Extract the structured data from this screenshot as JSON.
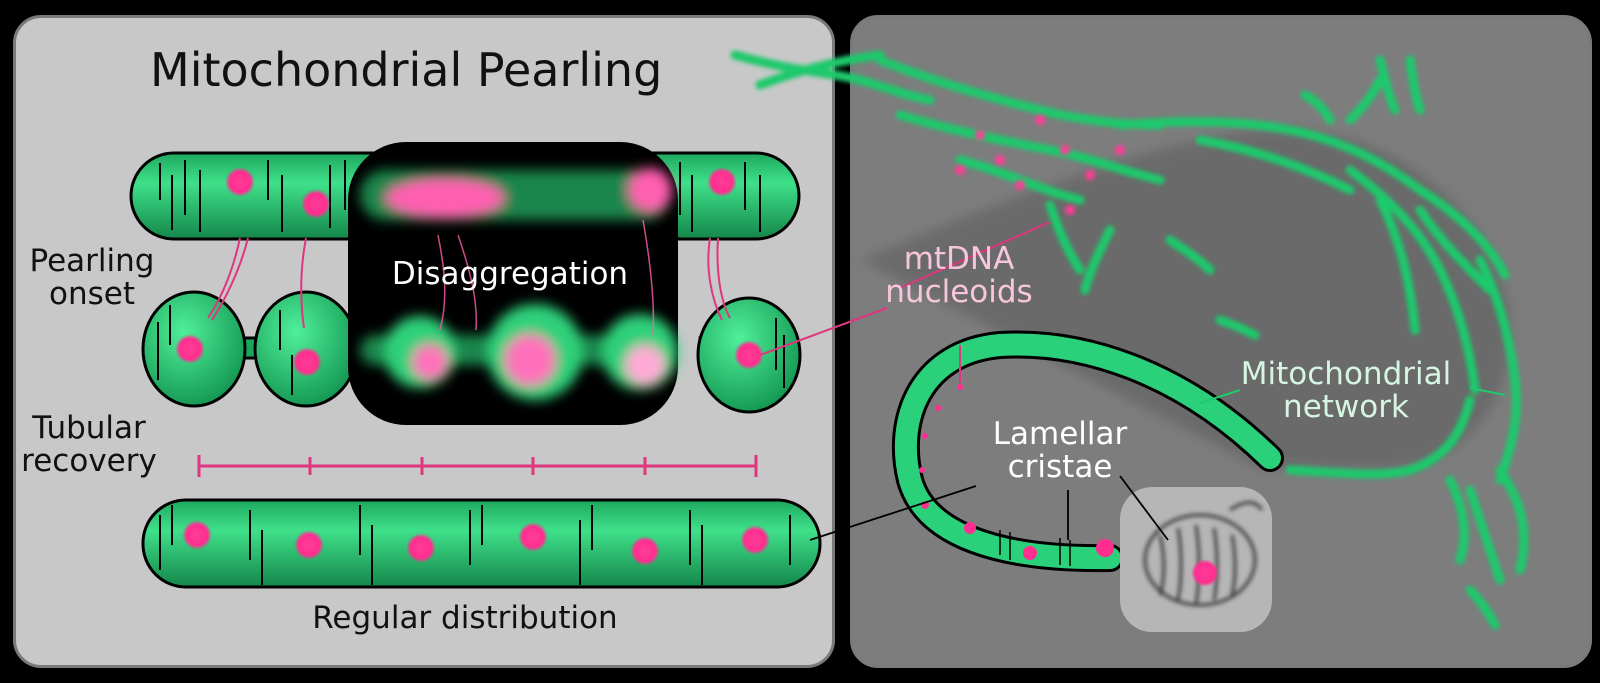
{
  "figure": {
    "title": "Mitochondrial Pearling",
    "labels": {
      "pearling_onset": [
        "Pearling",
        "onset"
      ],
      "tubular_recovery": [
        "Tubular",
        "recovery"
      ],
      "regular_distribution": "Regular distribution",
      "disaggregation": "Disaggregation",
      "mtdna_nucleoids": [
        "mtDNA",
        "nucleoids"
      ],
      "lamellar_cristae": [
        "Lamellar",
        "cristae"
      ],
      "mitochondrial_network": [
        "Mitochondrial",
        "network"
      ]
    }
  },
  "colors": {
    "mito_green": "#1fbf6a",
    "mito_green_light": "#44e08a",
    "nucleoid_pink": "#ff2e8f",
    "ruler_pink": "#e0357f",
    "left_panel_bg": "#c8c8c8",
    "right_panel_bg": "#7d7d7d"
  },
  "icons": [
    "mitochondrion-tubule",
    "pearled-mitochondrion",
    "fluorescence-inset",
    "electron-micrograph-inset",
    "scale-ruler"
  ]
}
